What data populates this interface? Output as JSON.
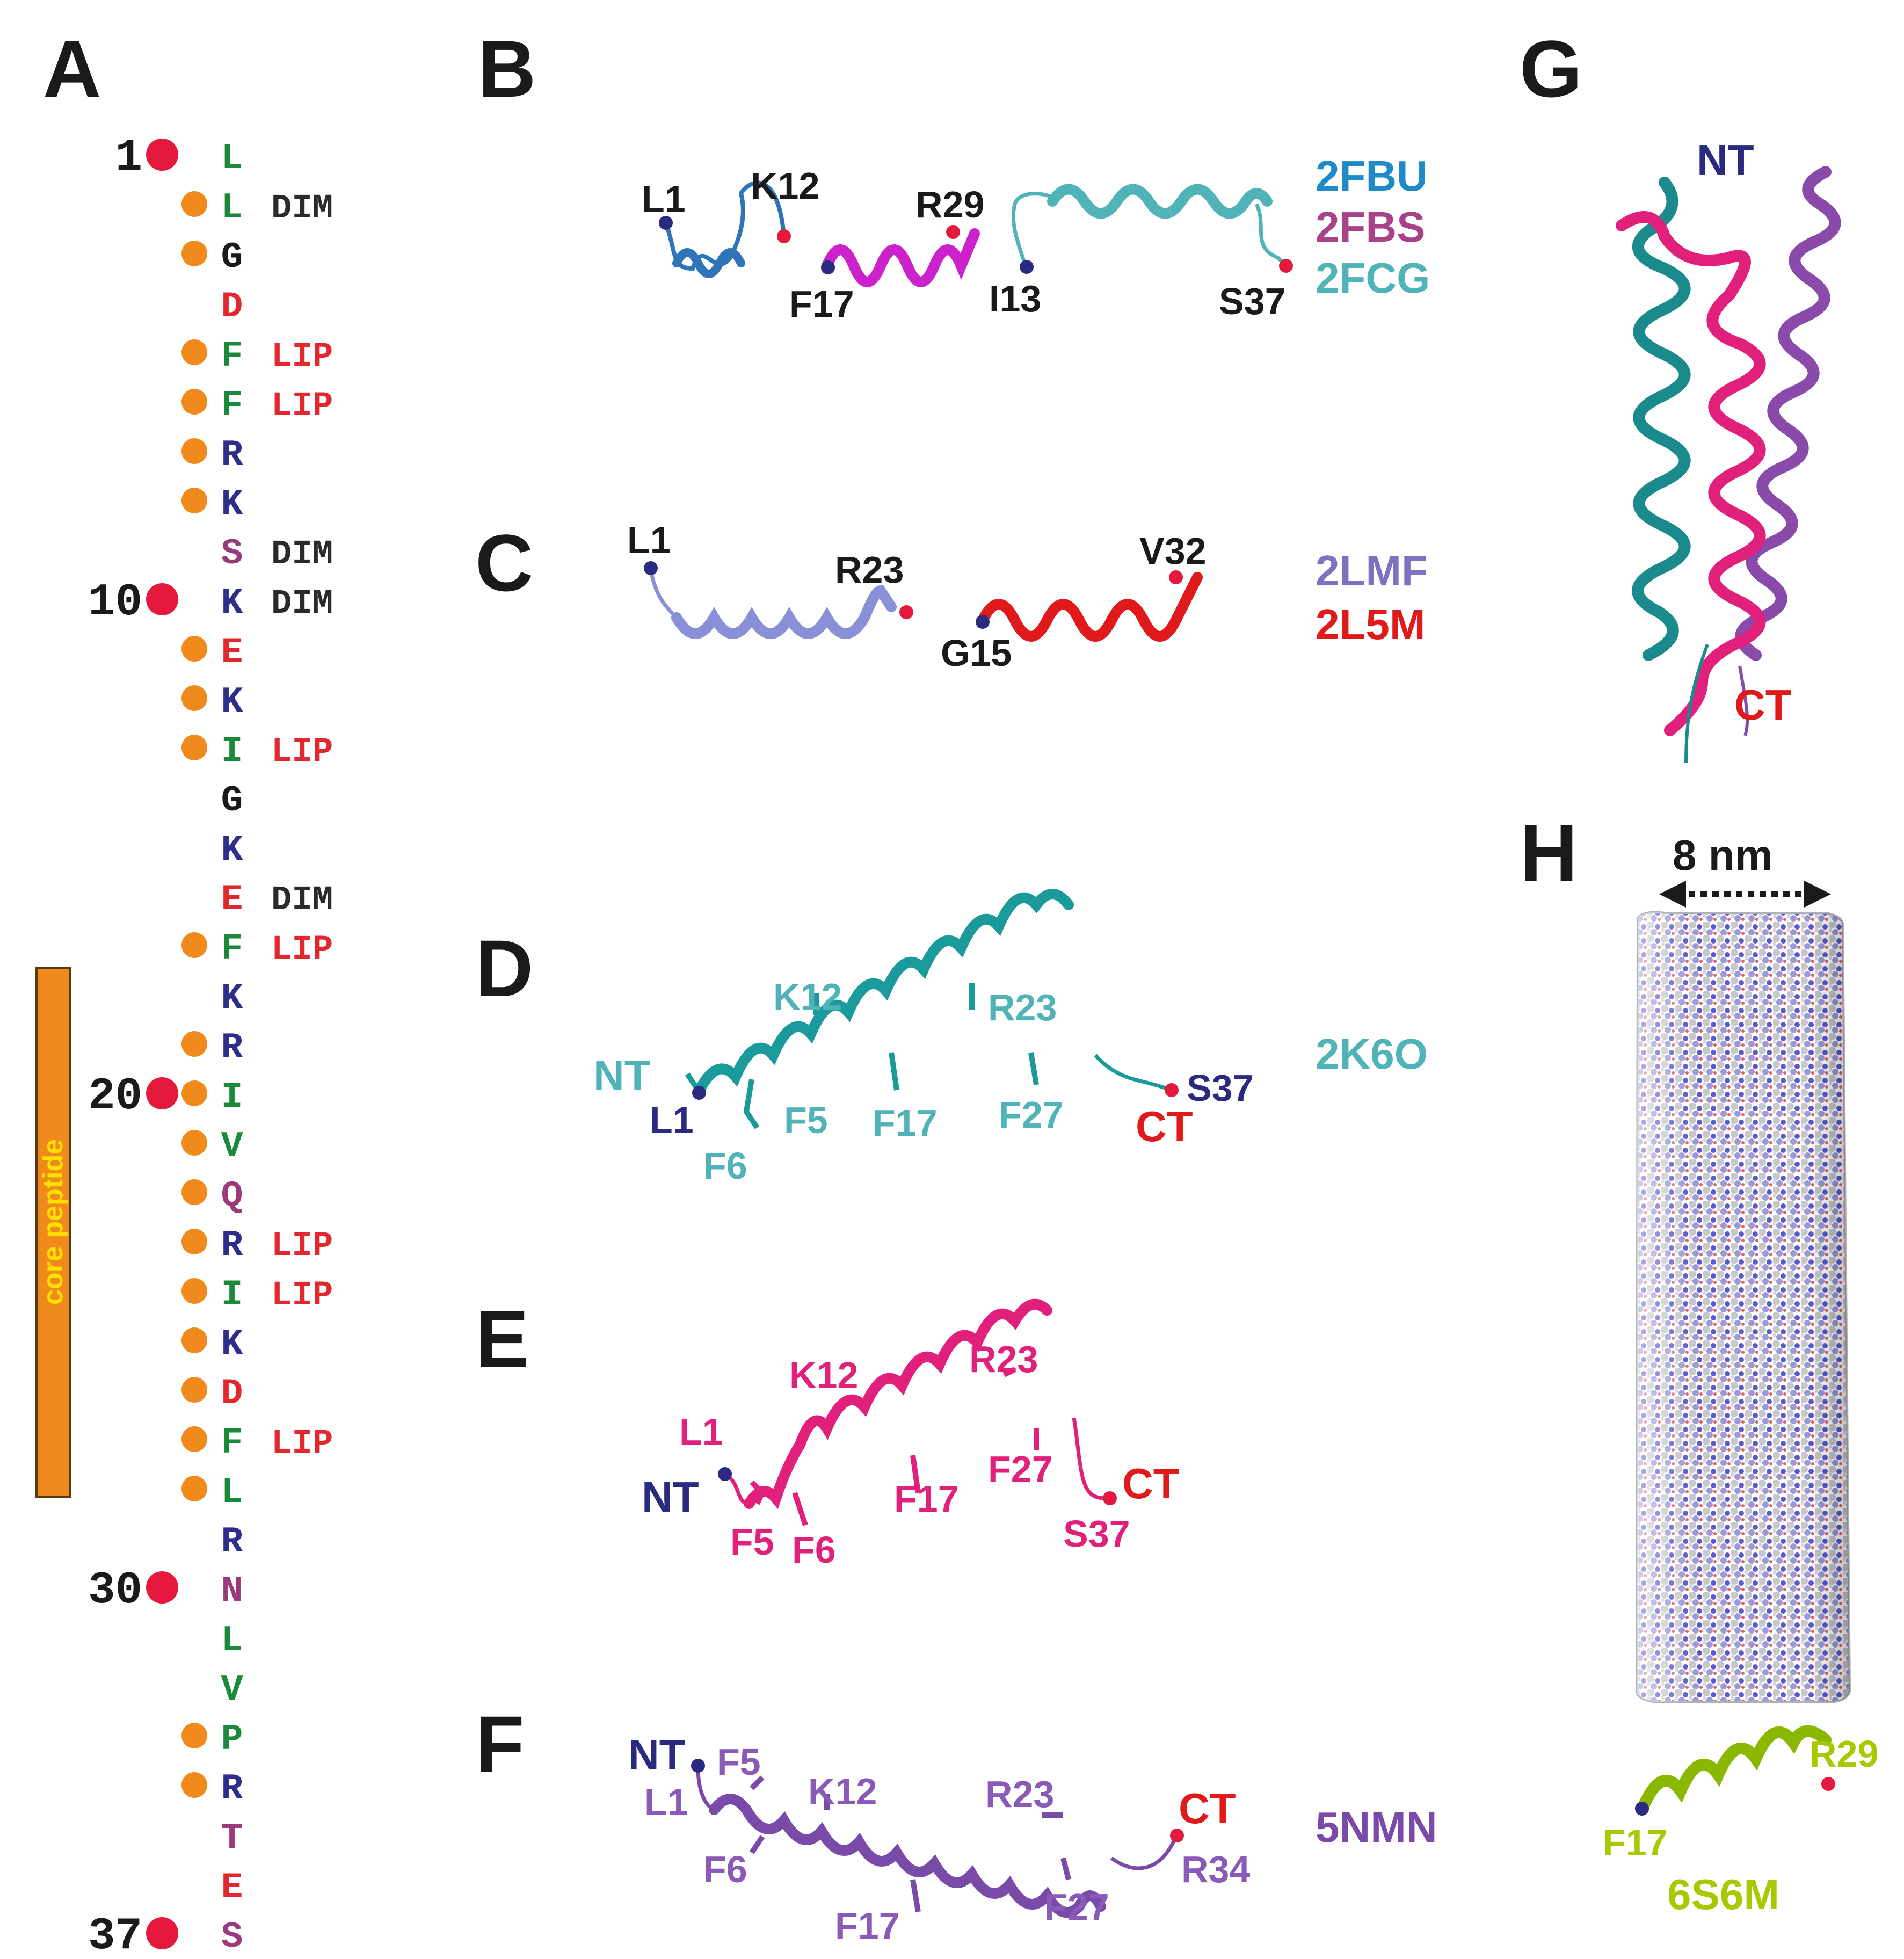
{
  "colors": {
    "hydrophobic": "#1a8a3a",
    "acidic": "#e0282e",
    "basic": "#2e2e8a",
    "polar": "#9a3a7a",
    "glycine": "#1a1a1a",
    "orange": "#f08a1c",
    "red_dot": "#e5193d",
    "dim": "#2a2a2a",
    "lip": "#e0282e",
    "navy": "#2a2a80"
  },
  "panels": {
    "A": "A",
    "B": "B",
    "C": "C",
    "D": "D",
    "E": "E",
    "F": "F",
    "G": "G",
    "H": "H"
  },
  "sequence": {
    "numbers": [
      "1",
      "10",
      "20",
      "30",
      "37"
    ],
    "core_label": "core peptide",
    "residues": [
      {
        "aa": "L",
        "cls": "hydrophobic",
        "orange": false,
        "tag": ""
      },
      {
        "aa": "L",
        "cls": "hydrophobic",
        "orange": true,
        "tag": "DIM"
      },
      {
        "aa": "G",
        "cls": "glycine",
        "orange": true,
        "tag": ""
      },
      {
        "aa": "D",
        "cls": "acidic",
        "orange": false,
        "tag": ""
      },
      {
        "aa": "F",
        "cls": "hydrophobic",
        "orange": true,
        "tag": "LIP"
      },
      {
        "aa": "F",
        "cls": "hydrophobic",
        "orange": true,
        "tag": "LIP"
      },
      {
        "aa": "R",
        "cls": "basic",
        "orange": true,
        "tag": ""
      },
      {
        "aa": "K",
        "cls": "basic",
        "orange": true,
        "tag": ""
      },
      {
        "aa": "S",
        "cls": "polar",
        "orange": false,
        "tag": "DIM"
      },
      {
        "aa": "K",
        "cls": "basic",
        "orange": false,
        "tag": "DIM"
      },
      {
        "aa": "E",
        "cls": "acidic",
        "orange": true,
        "tag": ""
      },
      {
        "aa": "K",
        "cls": "basic",
        "orange": true,
        "tag": ""
      },
      {
        "aa": "I",
        "cls": "hydrophobic",
        "orange": true,
        "tag": "LIP"
      },
      {
        "aa": "G",
        "cls": "glycine",
        "orange": false,
        "tag": ""
      },
      {
        "aa": "K",
        "cls": "basic",
        "orange": false,
        "tag": ""
      },
      {
        "aa": "E",
        "cls": "acidic",
        "orange": false,
        "tag": "DIM"
      },
      {
        "aa": "F",
        "cls": "hydrophobic",
        "orange": true,
        "tag": "LIP"
      },
      {
        "aa": "K",
        "cls": "basic",
        "orange": false,
        "tag": ""
      },
      {
        "aa": "R",
        "cls": "basic",
        "orange": true,
        "tag": ""
      },
      {
        "aa": "I",
        "cls": "hydrophobic",
        "orange": true,
        "tag": ""
      },
      {
        "aa": "V",
        "cls": "hydrophobic",
        "orange": true,
        "tag": ""
      },
      {
        "aa": "Q",
        "cls": "polar",
        "orange": true,
        "tag": ""
      },
      {
        "aa": "R",
        "cls": "basic",
        "orange": true,
        "tag": "LIP"
      },
      {
        "aa": "I",
        "cls": "hydrophobic",
        "orange": true,
        "tag": "LIP"
      },
      {
        "aa": "K",
        "cls": "basic",
        "orange": true,
        "tag": ""
      },
      {
        "aa": "D",
        "cls": "acidic",
        "orange": true,
        "tag": ""
      },
      {
        "aa": "F",
        "cls": "hydrophobic",
        "orange": true,
        "tag": "LIP"
      },
      {
        "aa": "L",
        "cls": "hydrophobic",
        "orange": true,
        "tag": ""
      },
      {
        "aa": "R",
        "cls": "basic",
        "orange": false,
        "tag": ""
      },
      {
        "aa": "N",
        "cls": "polar",
        "orange": false,
        "tag": ""
      },
      {
        "aa": "L",
        "cls": "hydrophobic",
        "orange": false,
        "tag": ""
      },
      {
        "aa": "V",
        "cls": "hydrophobic",
        "orange": false,
        "tag": ""
      },
      {
        "aa": "P",
        "cls": "hydrophobic",
        "orange": true,
        "tag": ""
      },
      {
        "aa": "R",
        "cls": "basic",
        "orange": true,
        "tag": ""
      },
      {
        "aa": "T",
        "cls": "polar",
        "orange": false,
        "tag": ""
      },
      {
        "aa": "E",
        "cls": "acidic",
        "orange": false,
        "tag": ""
      },
      {
        "aa": "S",
        "cls": "polar",
        "orange": false,
        "tag": ""
      }
    ]
  },
  "panel_B": {
    "labels": [
      "L1",
      "K12",
      "F17",
      "R29",
      "I13",
      "S37"
    ],
    "pdb": [
      "2FBU",
      "2FBS",
      "2FCG"
    ]
  },
  "panel_C": {
    "labels": [
      "L1",
      "R23",
      "G15",
      "V32"
    ],
    "pdb": [
      "2LMF",
      "2L5M"
    ]
  },
  "panel_D": {
    "labels": [
      "K12",
      "R23",
      "NT",
      "L1",
      "F5",
      "F6",
      "F17",
      "F27",
      "S37",
      "CT"
    ],
    "pdb": "2K6O"
  },
  "panel_E": {
    "labels": [
      "K12",
      "R23",
      "L1",
      "NT",
      "F5",
      "F6",
      "F17",
      "F27",
      "S37",
      "CT"
    ]
  },
  "panel_F": {
    "labels": [
      "NT",
      "F5",
      "L1",
      "K12",
      "R23",
      "F6",
      "F17",
      "F27",
      "CT",
      "R34"
    ],
    "pdb": "5NMN"
  },
  "panel_G": {
    "labels": [
      "NT",
      "CT"
    ]
  },
  "panel_H": {
    "width_label": "8 nm",
    "labels": [
      "R29",
      "F17"
    ],
    "pdb": "6S6M"
  }
}
